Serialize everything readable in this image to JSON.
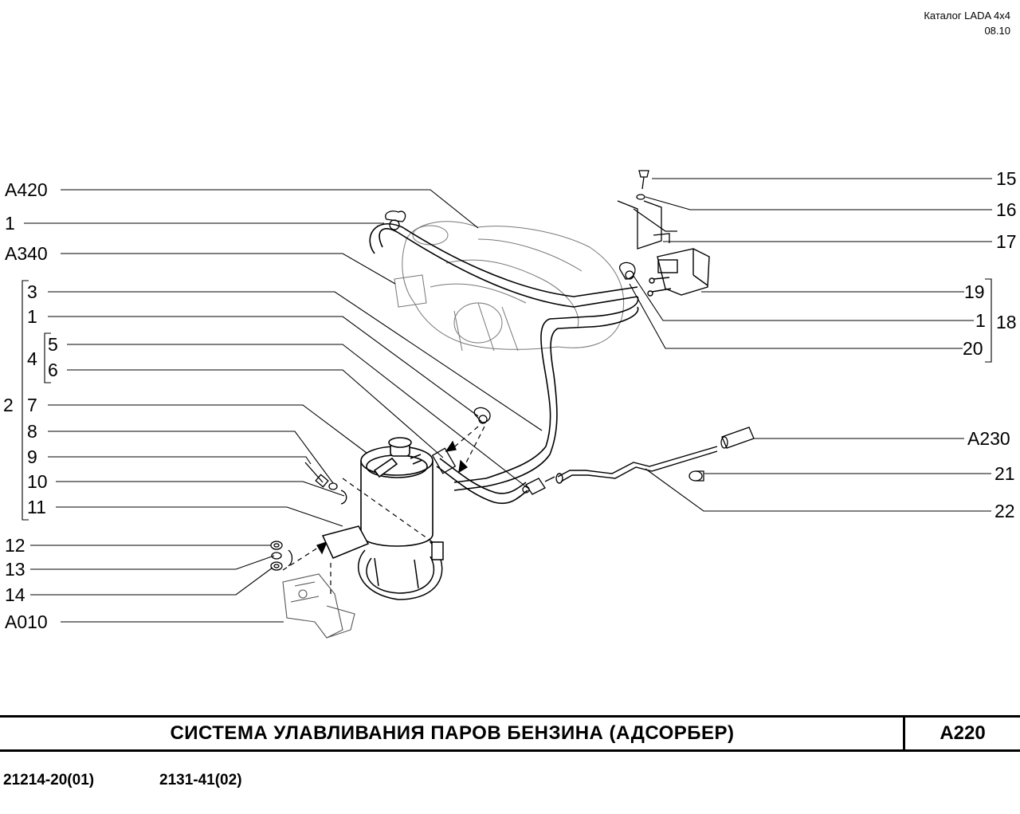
{
  "header": {
    "catalog": "Каталог  LADA  4x4",
    "date": "08.10"
  },
  "title": {
    "text": "СИСТЕМА   УЛАВЛИВАНИЯ   ПАРОВ   БЕНЗИНА (АДСОРБЕР)",
    "code": "A220"
  },
  "models": [
    "21214-20(01)",
    "2131-41(02)"
  ],
  "callouts_left": [
    "A420",
    "1",
    "A340",
    "3",
    "1",
    "4",
    "5",
    "6",
    "2",
    "7",
    "8",
    "9",
    "10",
    "11",
    "12",
    "13",
    "14",
    "A010"
  ],
  "callouts_right": [
    "15",
    "16",
    "17",
    "19",
    "1",
    "18",
    "20",
    "A230",
    "21",
    "22"
  ]
}
